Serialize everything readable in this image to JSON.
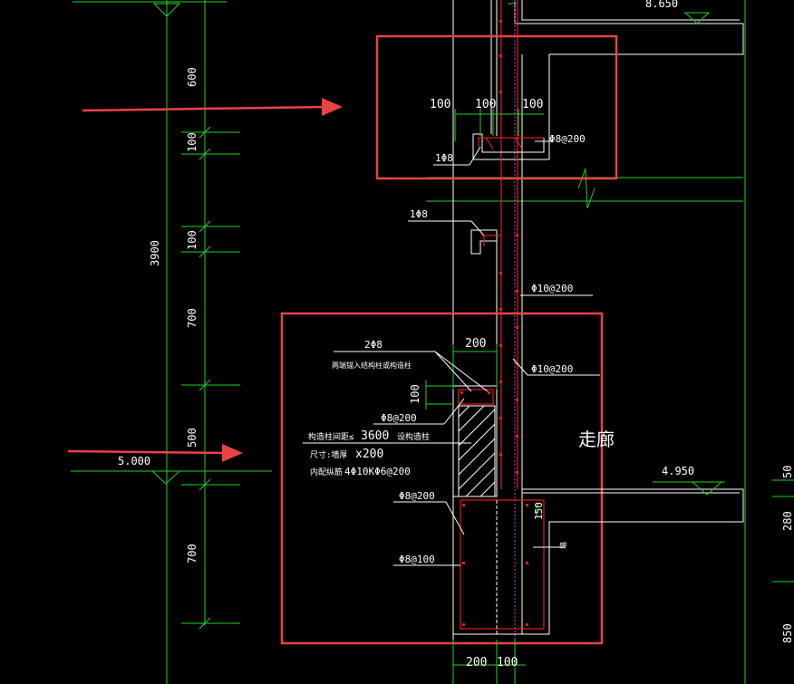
{
  "colors": {
    "background": "#000000",
    "dimension_lines": "#21d321",
    "outlines": "#ffffff",
    "rebar": "#e31b1b",
    "highlight_boxes": "#e84444",
    "center_line": "#b74bd8"
  },
  "elevations": {
    "top": "8.650",
    "upper_floor": "4.950",
    "left_level": "5.000"
  },
  "vertical_dims": {
    "d600": "600",
    "d100_a": "100",
    "d3900": "3900",
    "d100_b": "100",
    "d700_a": "700",
    "d500": "500",
    "d700_b": "700"
  },
  "right_dims": {
    "d50": "50",
    "d280": "280",
    "d850": "850"
  },
  "top_detail": {
    "dim_left": "100",
    "dim_mid": "100",
    "dim_right": "100",
    "rebar_corner": "1Φ8",
    "rebar_dist": "Φ8@200"
  },
  "wall": {
    "rebar_corner": "1Φ8",
    "rebar_vert_1": "Φ10@200",
    "rebar_vert_2": "Φ10@200"
  },
  "lower_detail": {
    "dim_200_top": "200",
    "dim_100_side": "100",
    "rebar_2phi8": "2Φ8",
    "note_anchor": "两端锚入结构柱或构造柱",
    "stirrup_top": "Φ8@200",
    "spec_1_label": "构造柱间距≤",
    "spec_1_value": "3600",
    "spec_1_suffix": "设构造柱",
    "spec_2_label": "尺寸:墙厚",
    "spec_2_value": "x200",
    "spec_3_label": "内配纵筋",
    "spec_3_value": "4Φ10KΦ6@200",
    "stirrup_mid": "Φ8@200",
    "stirrup_low": "Φ8@100",
    "dim_150": "150",
    "side_mark": "墙",
    "corridor": "走廊",
    "dim_200_bottom": "200",
    "dim_100_bottom": "100"
  }
}
